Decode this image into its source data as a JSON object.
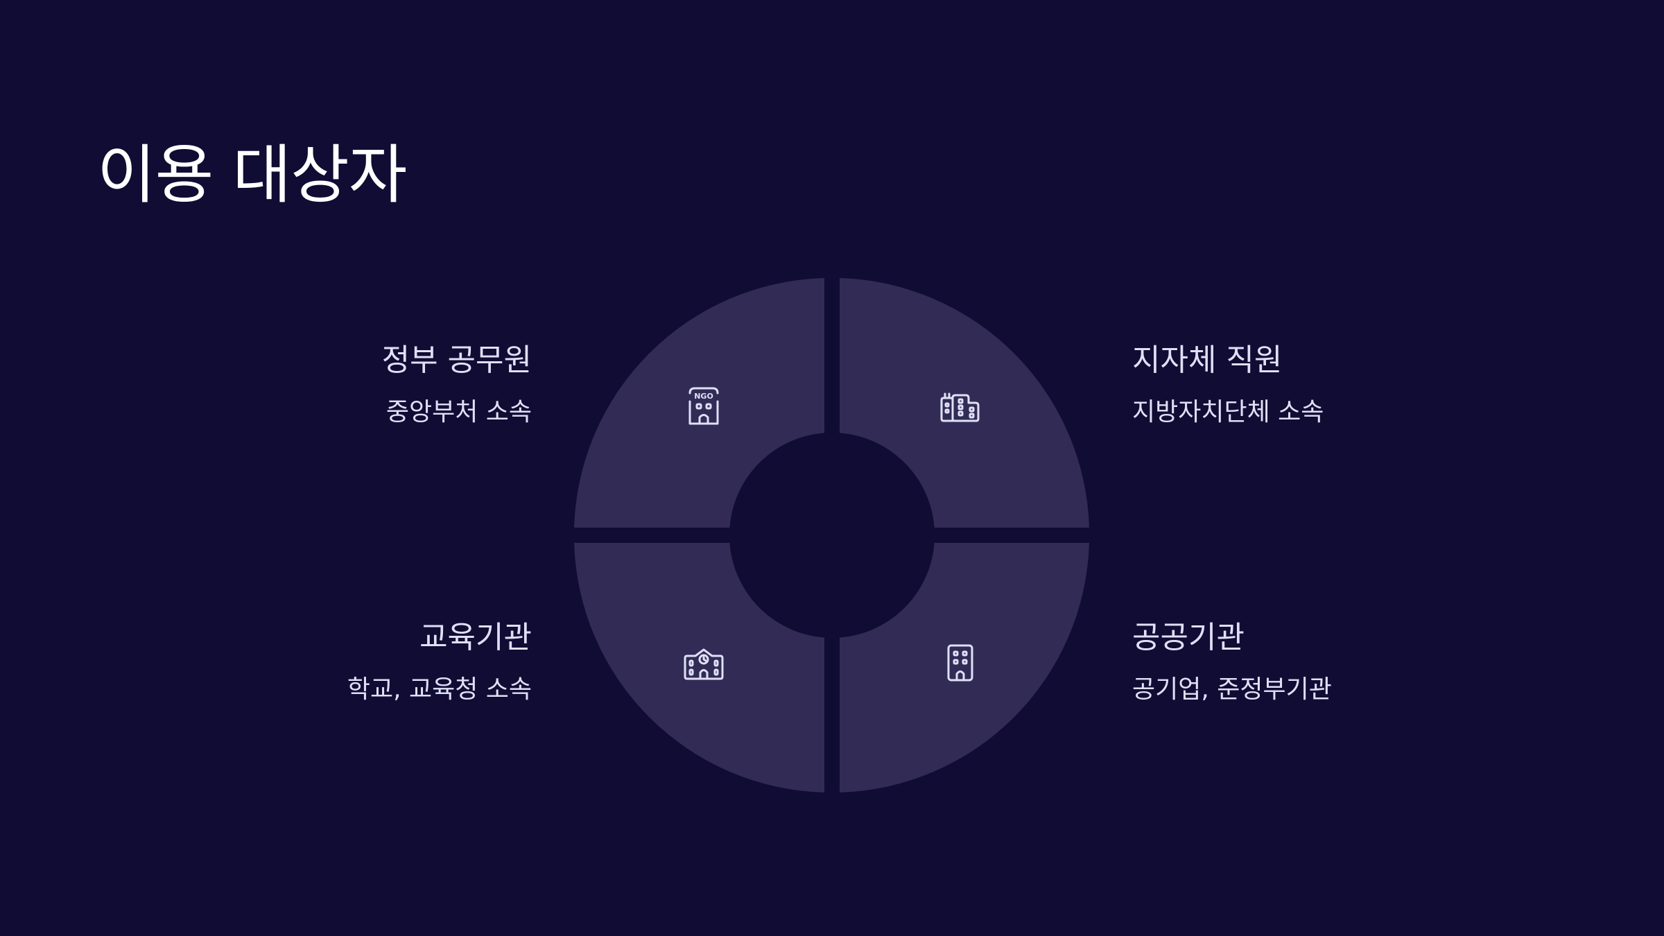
{
  "slide": {
    "title": "이용 대상자"
  },
  "colors": {
    "background": "#110c33",
    "segment": "#312b55",
    "text": "#dfe0f7",
    "title": "#ffffff",
    "icon_stroke": "#dfe0f7"
  },
  "segments": [
    {
      "position": "top-left",
      "heading": "정부 공무원",
      "subtitle": "중앙부처 소속",
      "icon": "ngo-building-icon"
    },
    {
      "position": "top-right",
      "heading": "지자체 직원",
      "subtitle": "지방자치단체 소속",
      "icon": "city-buildings-icon"
    },
    {
      "position": "bottom-left",
      "heading": "교육기관",
      "subtitle": "학교, 교육청 소속",
      "icon": "school-icon"
    },
    {
      "position": "bottom-right",
      "heading": "공공기관",
      "subtitle": "공기업, 준정부기관",
      "icon": "office-building-icon"
    }
  ]
}
